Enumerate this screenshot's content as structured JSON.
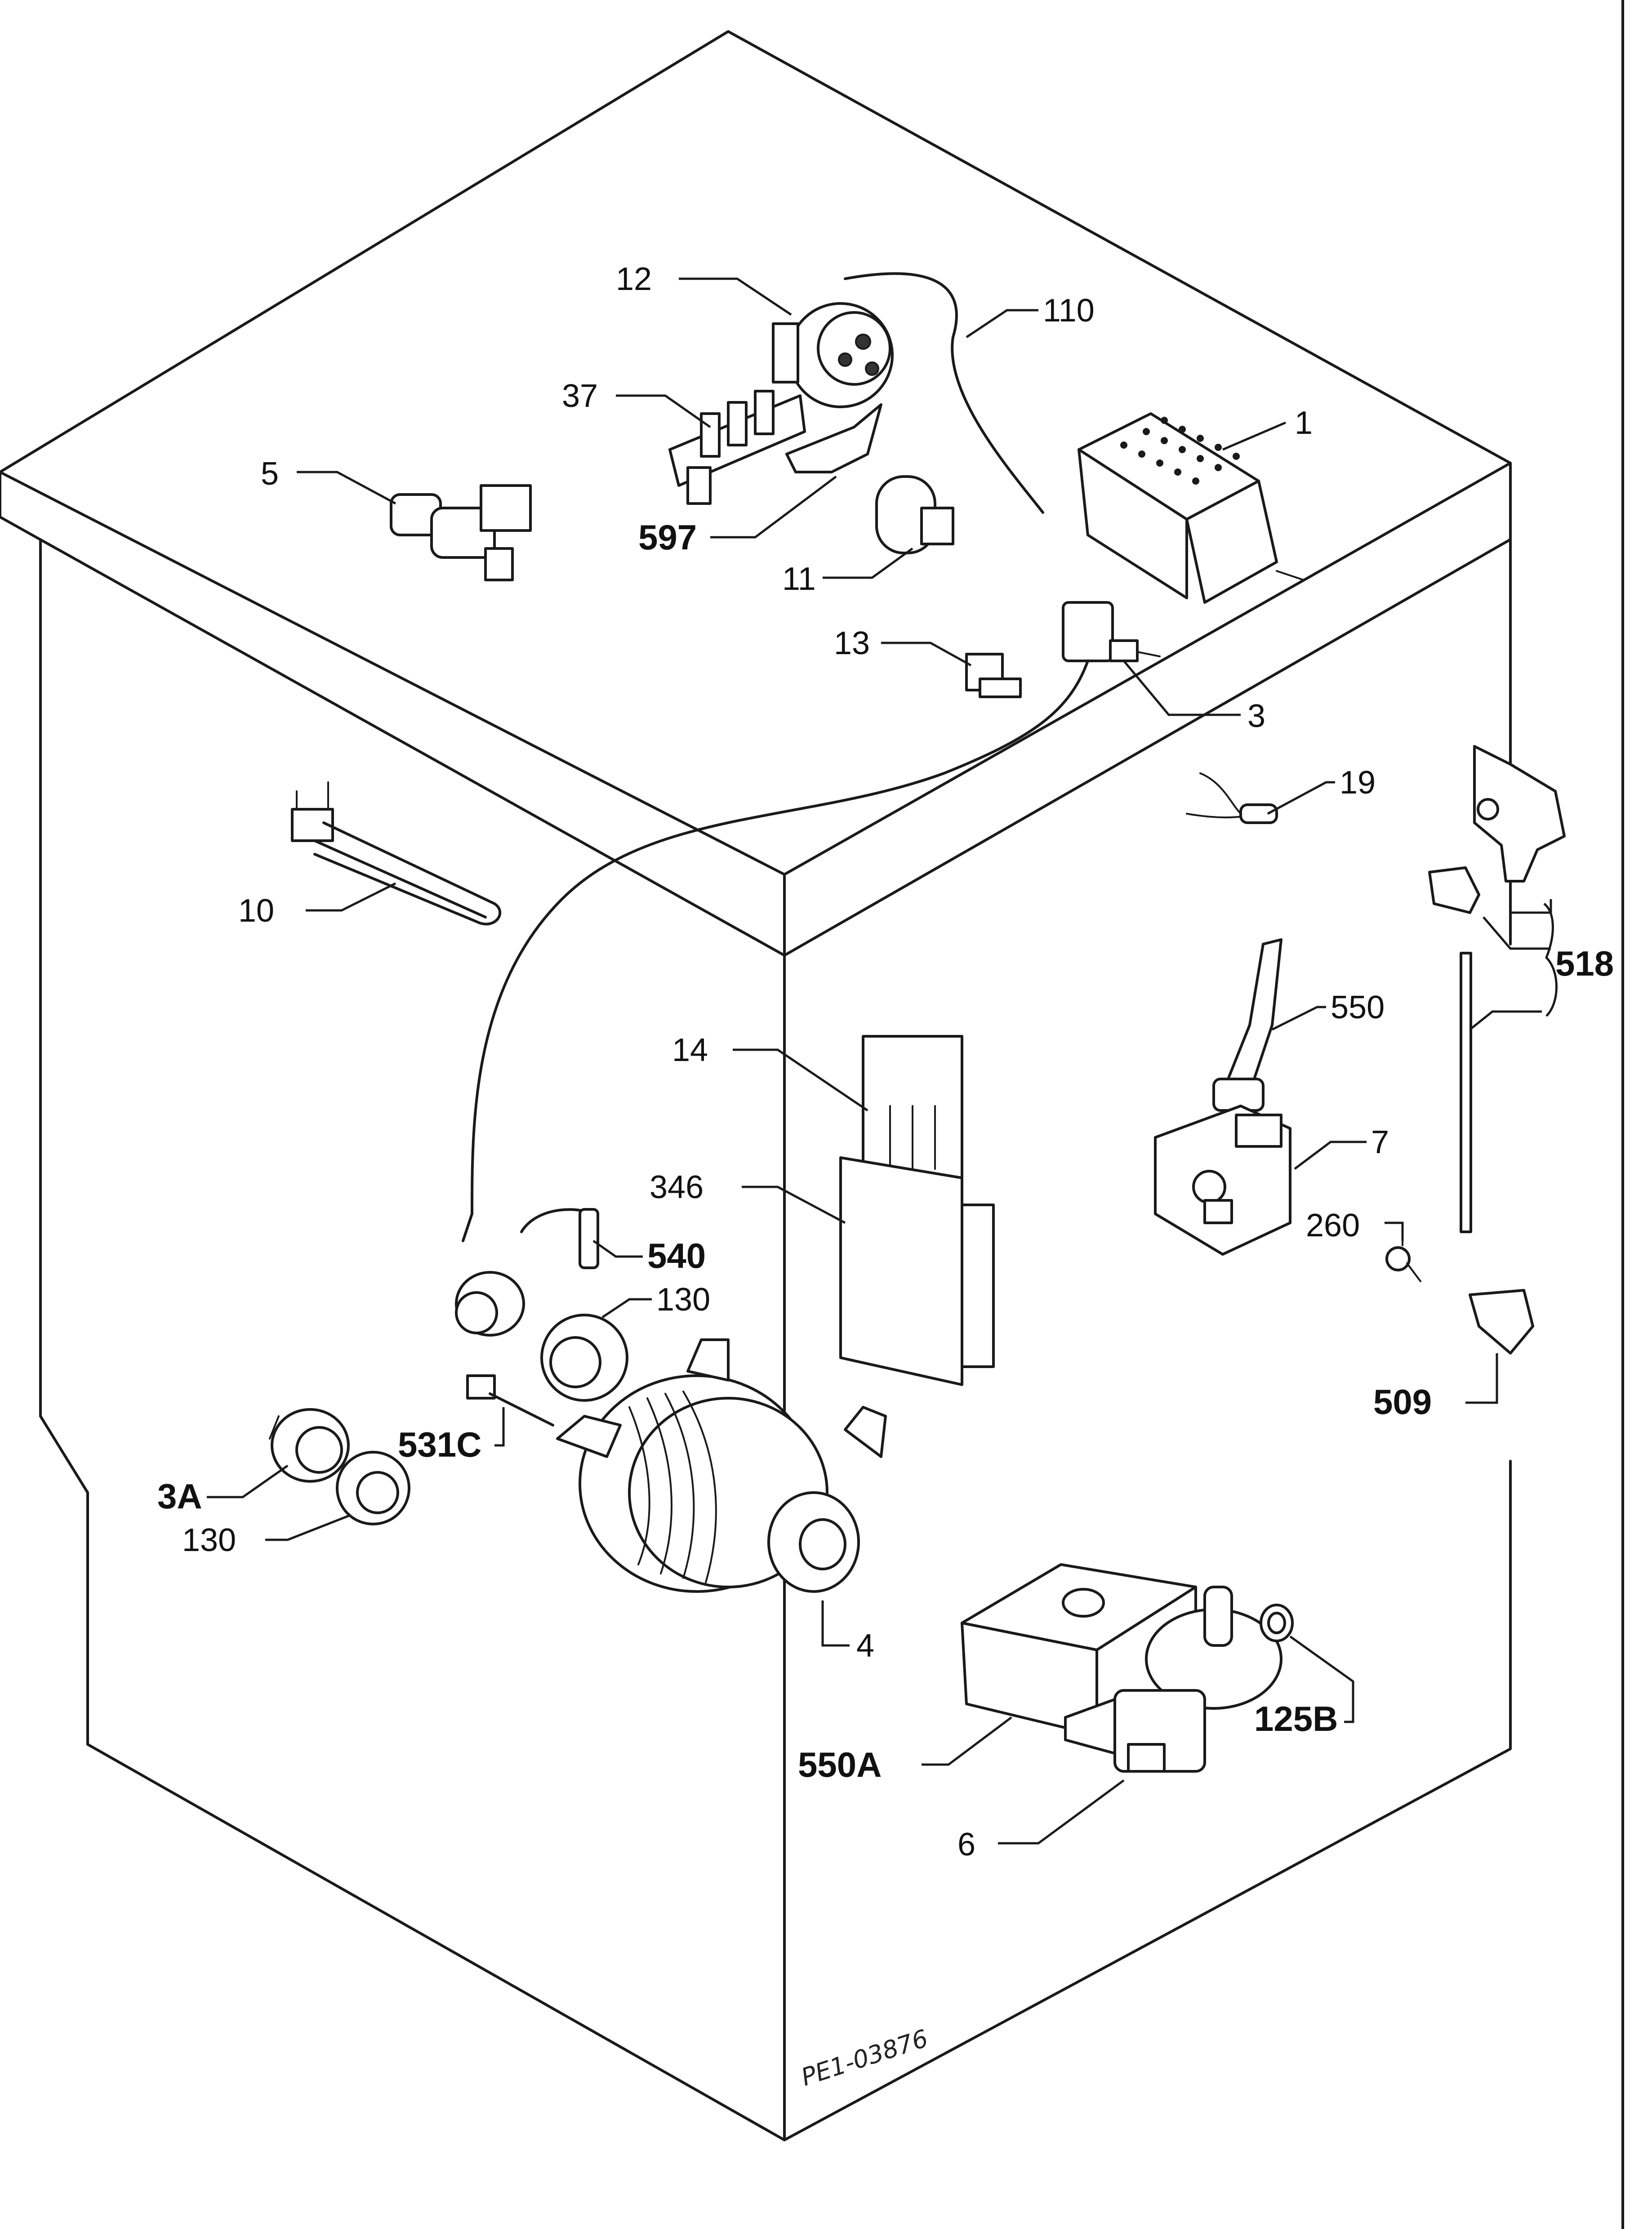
{
  "callouts": {
    "c1": "1",
    "c3": "3",
    "c3a": "3A",
    "c4": "4",
    "c5": "5",
    "c6": "6",
    "c7": "7",
    "c10": "10",
    "c11": "11",
    "c12": "12",
    "c13": "13",
    "c14": "14",
    "c19": "19",
    "c37": "37",
    "c110": "110",
    "c125b": "125B",
    "c130a": "130",
    "c130b": "130",
    "c260": "260",
    "c346": "346",
    "c509": "509",
    "c518": "518",
    "c531c": "531C",
    "c540": "540",
    "c550": "550",
    "c550a": "550A",
    "c597": "597"
  },
  "drawing_reference": "PE1-03876"
}
